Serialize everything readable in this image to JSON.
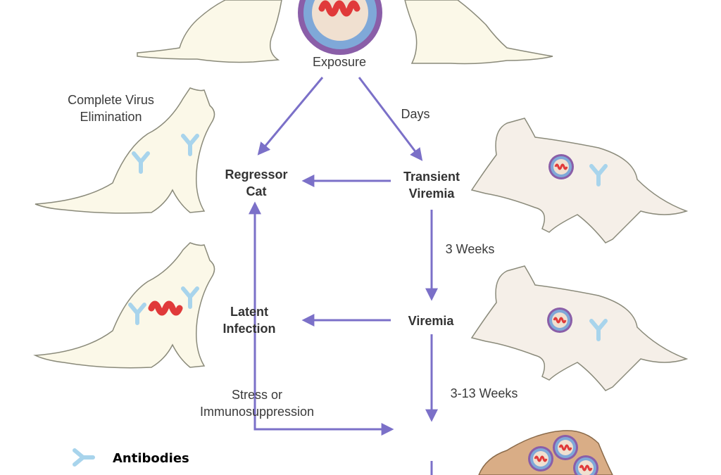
{
  "labels": {
    "exposure": "Exposure",
    "complete_elimination": "Complete Virus\nElimination",
    "days": "Days",
    "three_weeks": "3 Weeks",
    "three_to_thirteen_weeks": "3-13 Weeks",
    "stress": "Stress or\nImmunosuppression"
  },
  "nodes": {
    "regressor": "Regressor\nCat",
    "transient": "Transient\nViremia",
    "latent": "Latent\nInfection",
    "viremia": "Viremia"
  },
  "legend": {
    "antibodies": "Antibodies"
  },
  "colors": {
    "arrow": "#7b70c8",
    "cat_cream": "#fbf8e8",
    "cat_outline": "#8a8a7a",
    "cat_pinkish": "#f5efe8",
    "cat_sick": "#d9ad86",
    "antibody": "#a8d4ec",
    "virus_red": "#e03a3a",
    "virus_shell": "#7fa8d8",
    "virus_spike": "#8a5ea8"
  }
}
